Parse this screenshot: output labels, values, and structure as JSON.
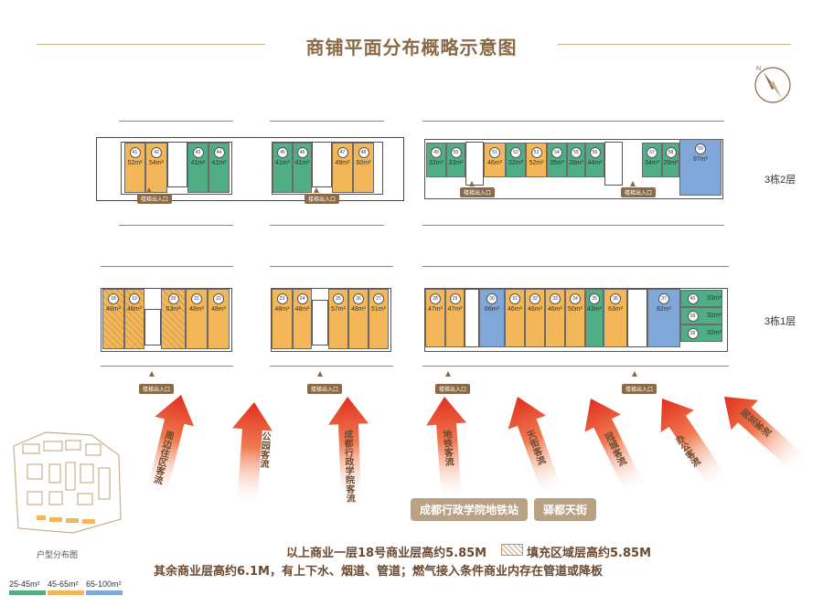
{
  "title": "商铺平面分布概略示意图",
  "floors": {
    "upper_label": "3栋2层",
    "lower_label": "3栋1层"
  },
  "entry_label": "楼梯出入口",
  "upper_shops": [
    {
      "num": "41",
      "area": "52m²",
      "color": "orange"
    },
    {
      "num": "42",
      "area": "54m²",
      "color": "orange"
    },
    {
      "num": "43",
      "area": "41m²",
      "color": "green"
    },
    {
      "num": "44",
      "area": "41m²",
      "color": "green"
    },
    {
      "num": "45",
      "area": "41m²",
      "color": "green"
    },
    {
      "num": "46",
      "area": "41m²",
      "color": "green"
    },
    {
      "num": "47",
      "area": "49m²",
      "color": "orange"
    },
    {
      "num": "48",
      "area": "60m²",
      "color": "orange"
    },
    {
      "num": "49",
      "area": "32m²",
      "color": "green"
    },
    {
      "num": "50",
      "area": "33m²",
      "color": "green"
    },
    {
      "num": "51",
      "area": "46m²",
      "color": "orange"
    },
    {
      "num": "52",
      "area": "32m²",
      "color": "green"
    },
    {
      "num": "53",
      "area": "52m²",
      "color": "orange"
    },
    {
      "num": "54",
      "area": "35m²",
      "color": "green"
    },
    {
      "num": "55",
      "area": "28m²",
      "color": "green"
    },
    {
      "num": "56",
      "area": "44m²",
      "color": "green"
    },
    {
      "num": "57",
      "area": "34m²",
      "color": "green"
    },
    {
      "num": "58",
      "area": "26m²",
      "color": "green"
    },
    {
      "num": "59",
      "area": "97m²",
      "color": "blue"
    }
  ],
  "lower_shops": [
    {
      "num": "18",
      "area": "48m²",
      "color": "orange"
    },
    {
      "num": "19",
      "area": "48m²",
      "color": "orange"
    },
    {
      "num": "20",
      "area": "63m²",
      "color": "orange"
    },
    {
      "num": "21",
      "area": "48m²",
      "color": "orange"
    },
    {
      "num": "22",
      "area": "48m²",
      "color": "orange"
    },
    {
      "num": "23",
      "area": "48m²",
      "color": "orange"
    },
    {
      "num": "24",
      "area": "48m²",
      "color": "orange"
    },
    {
      "num": "25",
      "area": "57m²",
      "color": "orange"
    },
    {
      "num": "26",
      "area": "48m²",
      "color": "orange"
    },
    {
      "num": "27",
      "area": "51m²",
      "color": "orange"
    },
    {
      "num": "28",
      "area": "47m²",
      "color": "orange"
    },
    {
      "num": "29",
      "area": "47m²",
      "color": "orange"
    },
    {
      "num": "30",
      "area": "66m²",
      "color": "blue"
    },
    {
      "num": "31",
      "area": "46m²",
      "color": "orange"
    },
    {
      "num": "32",
      "area": "46m²",
      "color": "orange"
    },
    {
      "num": "33",
      "area": "46m²",
      "color": "orange"
    },
    {
      "num": "34",
      "area": "50m²",
      "color": "orange"
    },
    {
      "num": "35",
      "area": "43m²",
      "color": "green"
    },
    {
      "num": "36",
      "area": "63m²",
      "color": "orange"
    },
    {
      "num": "37",
      "area": "82m²",
      "color": "blue"
    },
    {
      "num": "38",
      "area": "32m²",
      "color": "green"
    },
    {
      "num": "39",
      "area": "32m²",
      "color": "green"
    },
    {
      "num": "40",
      "area": "33m²",
      "color": "green"
    }
  ],
  "flows": [
    "周边住区客流",
    "公园客流",
    "成都行政学院客流",
    "地铁客流",
    "天街客流",
    "冠城客流",
    "办公客流",
    "阅览客流"
  ],
  "stations": [
    "成都行政学院地铁站",
    "驿都天街"
  ],
  "notes": {
    "line1": "以上商业一层18号商业层高约5.85M",
    "hatch_label": "填充区域层高约5.85M",
    "line2": "其余商业层高约6.1M，有上下水、烟道、管道；燃气接入条件商业内存在管道或降板"
  },
  "minimap_label": "户型分布图",
  "legend": [
    {
      "label": "25-45m²",
      "color": "#4fae84"
    },
    {
      "label": "45-65m²",
      "color": "#f3b75a"
    },
    {
      "label": "65-100m²",
      "color": "#7fa7d8"
    }
  ],
  "colors": {
    "orange": "#f3b75a",
    "green": "#4fae84",
    "blue": "#7fa7d8",
    "arrow": "#e03a24",
    "brown": "#8a6a45"
  }
}
